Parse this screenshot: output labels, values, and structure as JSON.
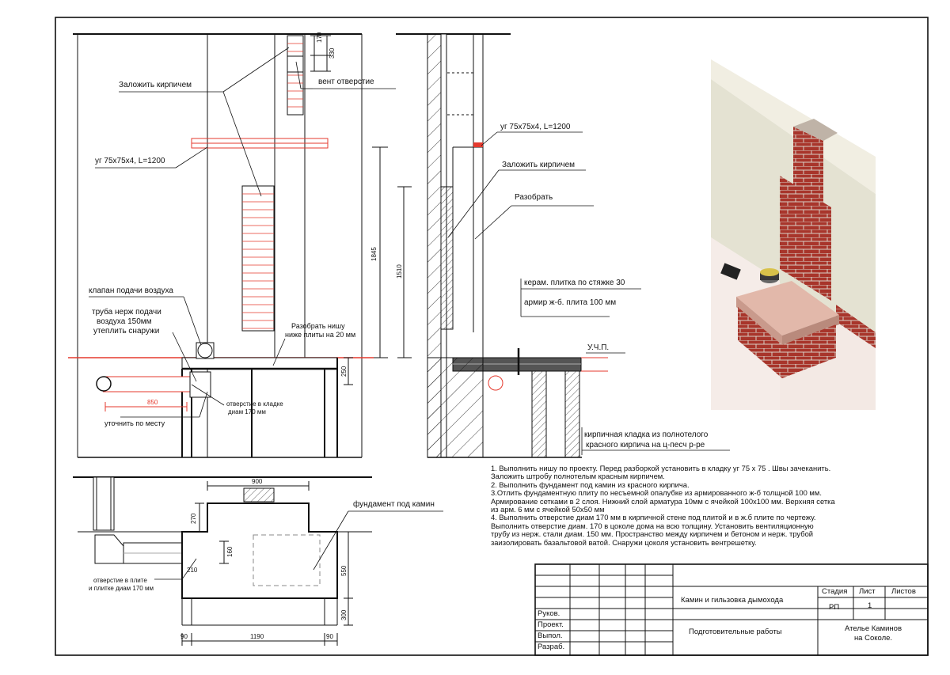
{
  "elevation": {
    "label_brick_fill": "Заложить кирпичем",
    "label_vent": "вент отверстие",
    "label_angle": "уг 75х75х4, L=1200",
    "label_air_valve": "клапан подачи воздуха",
    "label_air_pipe": [
      "труба нерж подачи",
      "воздуха 150мм",
      "утеплить снаружи"
    ],
    "label_niche": [
      "Разобрать нишу",
      "ниже плиты на 20 мм"
    ],
    "label_opening": [
      "отверстие в кладке",
      "диам 170 мм"
    ],
    "label_adjust": "уточнить по месту",
    "dim_170": "170",
    "dim_330": "330",
    "dim_1845": "1845",
    "dim_250": "250",
    "dim_850": "850"
  },
  "section": {
    "label_angle": "уг 75х75х4, L=1200",
    "label_brick_fill": "Заложить кирпичем",
    "label_dismantle": "Разобрать",
    "label_tile": "керам. плитка по стяжке 30",
    "label_slab": "армир ж-б. плита 100 мм",
    "label_level": "У.Ч.П.",
    "label_masonry": [
      "кирпичная кладка из полнотелого",
      "красного кирпича на ц-песч р-ре"
    ],
    "dim_1510": "1510"
  },
  "plan": {
    "label_foundation": "фундамент под камин",
    "label_slab_hole": [
      "отверстие в плите",
      "и плитке диам 170 мм"
    ],
    "dim_900": "900",
    "dim_270": "270",
    "dim_160": "160",
    "dim_210": "210",
    "dim_550": "550",
    "dim_300": "300",
    "dim_90_left": "90",
    "dim_1190": "1190",
    "dim_90_right": "90"
  },
  "notes": [
    "1. Выполнить нишу по проекту.  Перед разборкой установить в кладку уг 75 х 75  . Швы зачеканить.",
    "Заложить штробу полнотелым красным кирпичем.",
    "2. Выполнить фундамент под камин из красного кирпича.",
    "3.Отлить фундаментную плиту    по несъемной опалубке   из армированного ж-б толщной 100 мм.",
    " Армирование сетками в 2 слоя.  Нижний слой арматура 10мм с ячейкой 100х100 мм. Верхняя сетка",
    "  из арм. 6 мм с ячейкой 50х50 мм",
    "4. Выполнить отверстие диам 170 мм в кирпичной стене под плитой и в ж.б плите по чертежу.",
    "Выполнить отверстие  диам. 170 в цоколе дома на всю  толщину.  Установить вентиляционную",
    "трубу из нерж. стали диам. 150 мм. Пространство между кирпичем и бетоном и нерж. трубой",
    "заизолировать базальтовой ватой. Снаружи цоколя установить вентрешетку."
  ],
  "title_block": {
    "roles": [
      "Руков.",
      "Проект.",
      "Выпол.",
      "Разраб."
    ],
    "project_title": "Камин и гильзовка дымохода",
    "sheet_title": "Подготовительные работы",
    "col_stage": "Стадия",
    "col_sheet": "Лист",
    "col_sheets": "Листов",
    "stage": "РП",
    "sheet": "1",
    "sheets": "",
    "company": [
      "Ателье Каминов",
      "на Соколе."
    ]
  },
  "colors": {
    "line": "#111111",
    "red": "#e53a2e",
    "wall": "#e4e2d2",
    "brick": "#a8352b",
    "slab": "#e2b8aa",
    "floor": "#f3e9e4"
  }
}
